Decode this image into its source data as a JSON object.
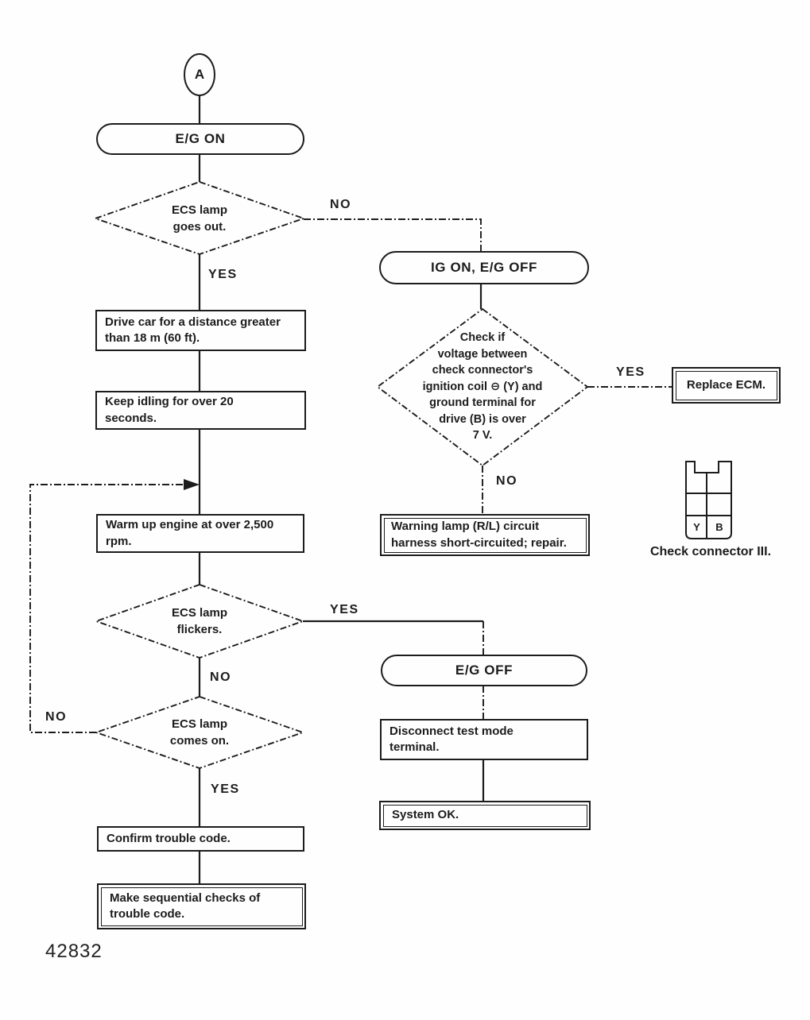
{
  "figure_number": "42832",
  "palette": {
    "ink": "#1c1c1c",
    "paper": "#fefefe"
  },
  "flow": {
    "connector_a": "A",
    "start_pill": "E/G ON",
    "d1": {
      "text": "ECS lamp\ngoes out.",
      "yes": "YES",
      "no": "NO"
    },
    "drive_car": "Drive car for a distance greater\nthan 18 m (60 ft).",
    "keep_idling": "Keep idling for over 20\nseconds.",
    "warm_up": "Warm up engine at over 2,500\nrpm.",
    "d3": {
      "text": "ECS lamp\nflickers.",
      "yes": "YES",
      "no": "NO"
    },
    "d4": {
      "text": "ECS lamp\ncomes on.",
      "yes": "YES",
      "no": "NO"
    },
    "confirm_code": "Confirm trouble code.",
    "sequential_checks": "Make sequential checks of\ntrouble code.",
    "ig_pill": "IG ON, E/G OFF",
    "d2": {
      "text": "Check if\nvoltage between\ncheck connector's\nignition coil ⊖ (Y) and\nground terminal for\ndrive (B) is over\n7 V.",
      "yes": "YES",
      "no": "NO"
    },
    "replace_ecm": "Replace ECM.",
    "warning_lamp": "Warning lamp (R/L) circuit\nharness short-circuited; repair.",
    "eg_off_pill": "E/G OFF",
    "disconnect": "Disconnect test mode\nterminal.",
    "system_ok": "System OK."
  },
  "connector_graphic": {
    "caption": "Check connector III.",
    "terminal_left": "Y",
    "terminal_right": "B"
  }
}
